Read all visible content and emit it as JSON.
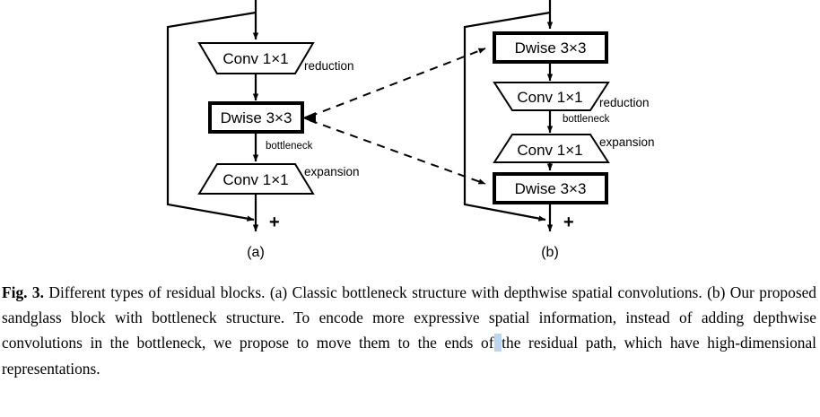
{
  "figure": {
    "id": "Fig. 3.",
    "panels": [
      {
        "key": "a",
        "label": "(a)",
        "blocks": [
          {
            "name": "conv-reduction",
            "text": "Conv 1×1",
            "shape": "trapezoid-wide-top",
            "side_label": "reduction"
          },
          {
            "name": "dwise",
            "text": "Dwise 3×3",
            "shape": "rect-bold",
            "side_label": ""
          },
          {
            "name": "conv-expansion",
            "text": "Conv 1×1",
            "shape": "trapezoid-wide-bottom",
            "side_label": "expansion"
          }
        ],
        "bottleneck_label": "bottleneck",
        "sum_label": "+"
      },
      {
        "key": "b",
        "label": "(b)",
        "blocks": [
          {
            "name": "dwise-top",
            "text": "Dwise 3×3",
            "shape": "rect-bold",
            "side_label": ""
          },
          {
            "name": "conv-reduction",
            "text": "Conv 1×1",
            "shape": "trapezoid-wide-top",
            "side_label": "reduction"
          },
          {
            "name": "conv-expansion",
            "text": "Conv 1×1",
            "shape": "trapezoid-wide-bottom",
            "side_label": "expansion"
          },
          {
            "name": "dwise-bottom",
            "text": "Dwise 3×3",
            "shape": "rect-bold",
            "side_label": ""
          }
        ],
        "bottleneck_label": "bottleneck",
        "sum_label": "+"
      }
    ],
    "colors": {
      "stroke": "#000000",
      "fill": "#ffffff",
      "selection_highlight": "#bcd6ee"
    }
  },
  "caption": {
    "prefix": "Fig. 3.",
    "body_before_selection": " Different types of residual blocks. (a) Classic bottleneck structure with depthwise spatial convolutions. (b) Our proposed sandglass block with bottleneck structure. To encode more expressive spatial information, instead of adding depthwise convolutions in the bottleneck, we propose to move them to the ends of",
    "selection_text": " ",
    "body_after_selection": "the residual path, which have high-dimensional representations."
  }
}
